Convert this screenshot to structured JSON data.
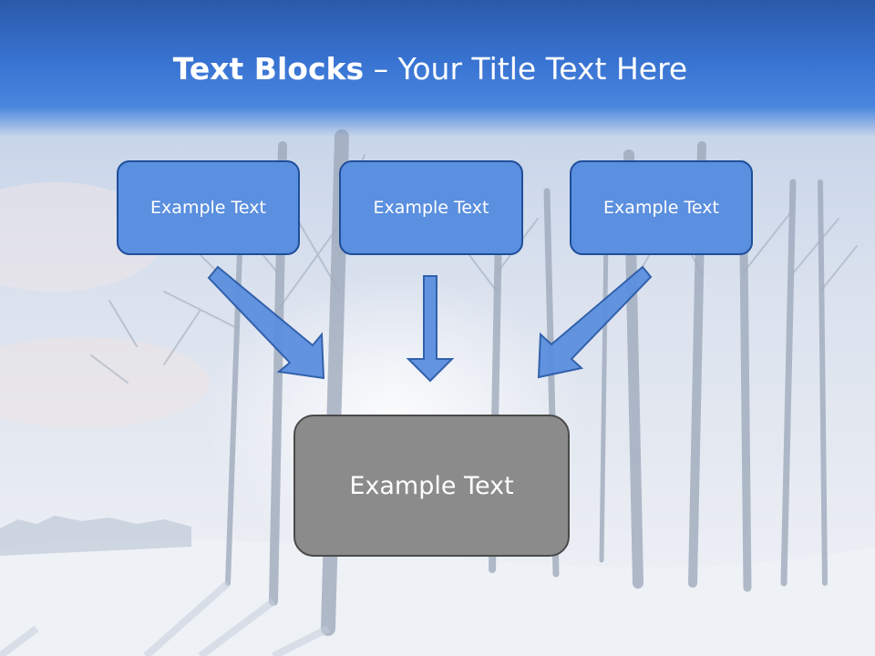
{
  "slide": {
    "title_bold": "Text Blocks",
    "title_separator": " – ",
    "title_rest": "Your Title Text Here"
  },
  "diagram": {
    "top_blocks": [
      {
        "label": "Example Text"
      },
      {
        "label": "Example Text"
      },
      {
        "label": "Example Text"
      }
    ],
    "bottom_block": {
      "label": "Example Text"
    }
  },
  "colors": {
    "header": "#3873d2",
    "block_fill": "#5b8fdf",
    "block_border": "#1f4e9a",
    "bottom_fill": "#8b8b8b",
    "arrow_fill": "#5b8fdf"
  }
}
